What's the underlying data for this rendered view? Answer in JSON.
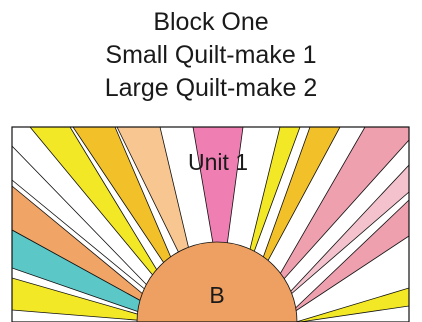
{
  "heading": {
    "line1": "Block One",
    "line2": "Small Quilt-make 1",
    "line3": "Large Quilt-make 2"
  },
  "diagram": {
    "unit_label": "Unit 1",
    "center_label": "B",
    "colors": {
      "pink": "#ef7fb3",
      "peach": "#f8c690",
      "yellow": "#f3e825",
      "gold": "#f2c12a",
      "orange": "#f0a466",
      "teal": "#5bc7c7",
      "rose": "#eea0af",
      "light_pink": "#f3c2cc",
      "center": "#eda061",
      "outline": "#111111"
    }
  }
}
